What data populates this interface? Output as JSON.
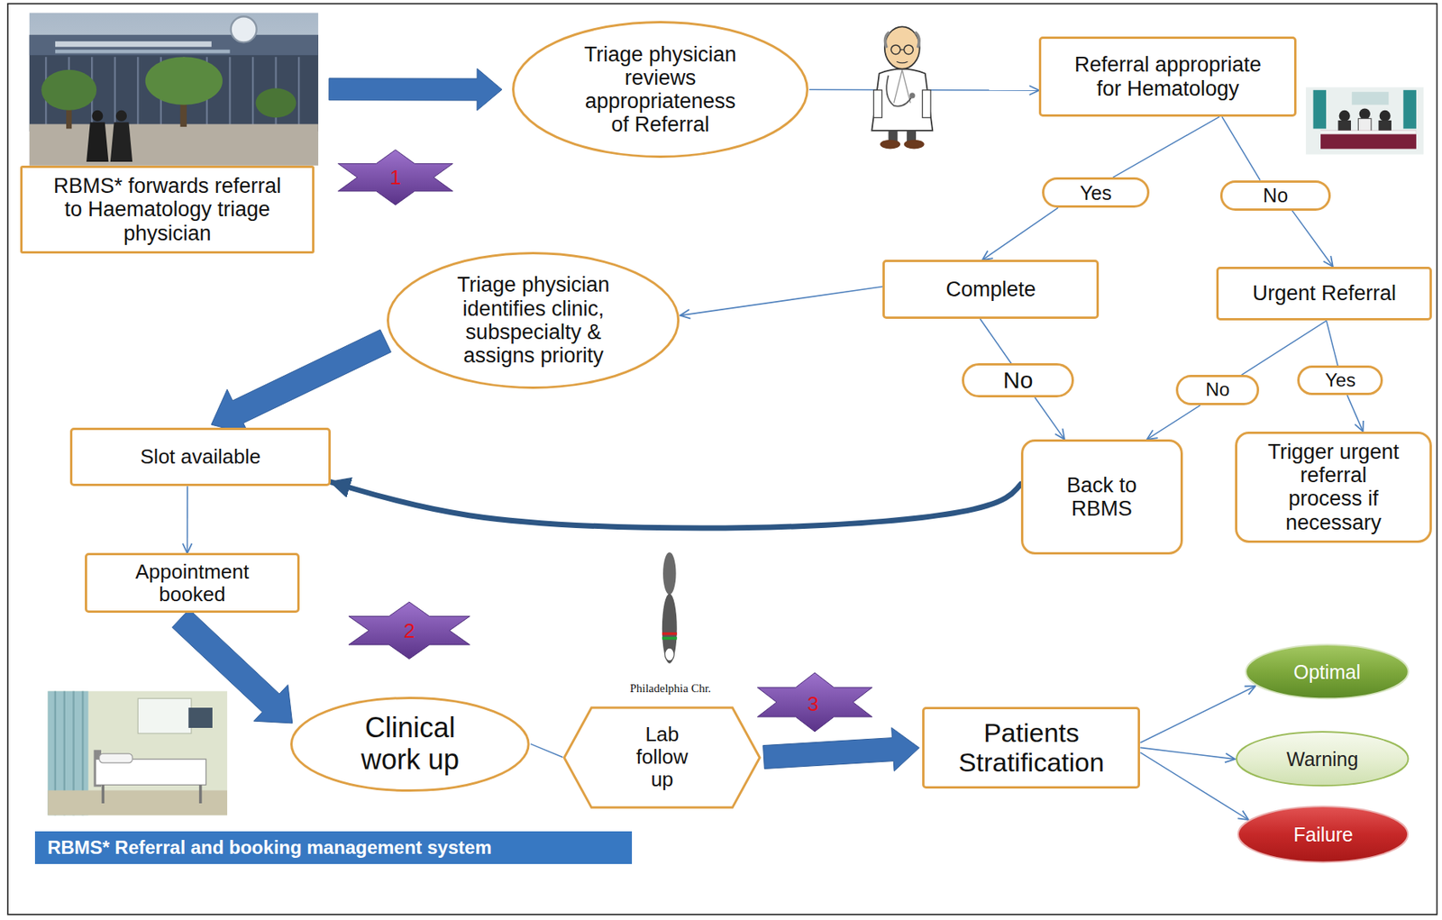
{
  "diagram": {
    "nodes": [
      {
        "text": [
          "RBMS* forwards referral to Haematology triage physician"
        ]
      },
      {
        "text": [
          "Triage physician reviews appropriateness of Referral"
        ]
      },
      {
        "text": [
          "Referral appropriate for Hematology"
        ]
      },
      {
        "text": [
          "Yes"
        ]
      },
      {
        "text": [
          "No"
        ]
      },
      {
        "text": [
          "Complete"
        ]
      },
      {
        "text": [
          "Urgent Referral"
        ]
      },
      {
        "text": [
          "Triage physician identifies clinic, subspecialty & assigns priority"
        ]
      },
      {
        "text": [
          "No"
        ]
      },
      {
        "text": [
          "No"
        ]
      },
      {
        "text": [
          "Yes"
        ]
      },
      {
        "text": [
          "Slot available"
        ]
      },
      {
        "text": [
          "Back to RBMS"
        ]
      },
      {
        "text": [
          "Trigger urgent referral process if necessary"
        ]
      },
      {
        "text": [
          "Appointment booked"
        ]
      },
      {
        "text": [
          "Clinical work up"
        ]
      },
      {
        "text": [
          "Lab follow up"
        ]
      },
      {
        "text": [
          "Patients Stratification"
        ]
      },
      {
        "text": [
          "Optimal"
        ]
      },
      {
        "text": [
          "Warning"
        ]
      },
      {
        "text": [
          "Failure"
        ]
      },
      {
        "text": [
          "RBMS* Referral and booking management system"
        ]
      }
    ],
    "edges": [
      {
        "from": 0,
        "to": 1,
        "arrow": "to"
      },
      {
        "from": 1,
        "to": 2,
        "arrow": "to"
      },
      {
        "from": 2,
        "to": 3,
        "arrow": "none"
      },
      {
        "from": 2,
        "to": 4,
        "arrow": "none"
      },
      {
        "from": 3,
        "to": 5,
        "arrow": "to"
      },
      {
        "from": 4,
        "to": 6,
        "arrow": "to"
      },
      {
        "from": 5,
        "to": 7,
        "arrow": "to"
      },
      {
        "from": 5,
        "to": 8,
        "arrow": "none"
      },
      {
        "from": 8,
        "to": 12,
        "arrow": "to"
      },
      {
        "from": 6,
        "to": 9,
        "arrow": "none"
      },
      {
        "from": 6,
        "to": 10,
        "arrow": "none"
      },
      {
        "from": 9,
        "to": 12,
        "arrow": "to"
      },
      {
        "from": 10,
        "to": 13,
        "arrow": "to"
      },
      {
        "from": 7,
        "to": 11,
        "arrow": "to"
      },
      {
        "from": 12,
        "to": 11,
        "arrow": "to"
      },
      {
        "from": 11,
        "to": 14,
        "arrow": "to"
      },
      {
        "from": 14,
        "to": 15,
        "arrow": "to"
      },
      {
        "from": 15,
        "to": 16,
        "arrow": "none"
      },
      {
        "from": 16,
        "to": 17,
        "arrow": "to"
      },
      {
        "from": 17,
        "to": 18,
        "arrow": "to"
      },
      {
        "from": 17,
        "to": 19,
        "arrow": "to"
      },
      {
        "from": 17,
        "to": 20,
        "arrow": "to"
      }
    ],
    "labels": [
      "1",
      "2",
      "Philadelphia Chr.",
      "3"
    ]
  }
}
